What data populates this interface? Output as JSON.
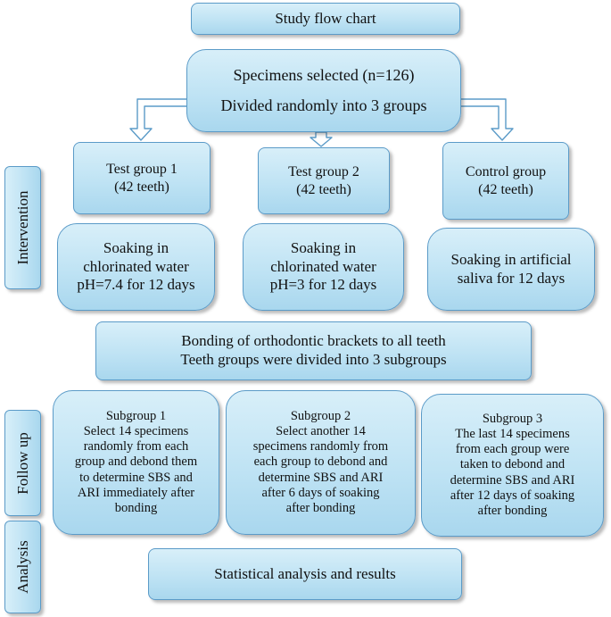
{
  "title": "Study flow chart",
  "selection": {
    "line1": "Specimens selected (n=126)",
    "line2": "Divided randomly into 3 groups"
  },
  "side_labels": {
    "intervention": "Intervention",
    "follow_up": "Follow up",
    "analysis": "Analysis"
  },
  "groups": [
    {
      "name": "Test group 1",
      "count": "(42 teeth)"
    },
    {
      "name": "Test group 2",
      "count": "(42 teeth)"
    },
    {
      "name": "Control group",
      "count": "(42 teeth)"
    }
  ],
  "soaking": [
    {
      "lines": [
        "Soaking in",
        "chlorinated water",
        "pH=7.4 for 12 days"
      ]
    },
    {
      "lines": [
        "Soaking in",
        "chlorinated water",
        "pH=3 for 12 days"
      ]
    },
    {
      "lines": [
        "Soaking in artificial",
        "saliva for 12 days"
      ]
    }
  ],
  "bonding": {
    "line1": "Bonding of orthodontic brackets to all teeth",
    "line2": "Teeth groups were divided into 3 subgroups"
  },
  "subgroups": [
    {
      "lines": [
        "Subgroup 1",
        "Select 14 specimens",
        "randomly from each",
        "group and debond them",
        "to determine SBS and",
        "ARI immediately after",
        "bonding"
      ]
    },
    {
      "lines": [
        "Subgroup 2",
        "Select another 14",
        "specimens randomly from",
        "each group to debond and",
        "determine SBS and ARI",
        "after 6 days of soaking",
        "after bonding"
      ]
    },
    {
      "lines": [
        "Subgroup 3",
        "The last 14 specimens",
        "from each group were",
        "taken to debond and",
        "determine SBS and ARI",
        "after 12 days of soaking",
        "after bonding"
      ]
    }
  ],
  "analysis": "Statistical analysis and results",
  "colors": {
    "fill_light": "#d8eff9",
    "fill_dark": "#a9d7ee",
    "border": "#5b9bc8"
  }
}
